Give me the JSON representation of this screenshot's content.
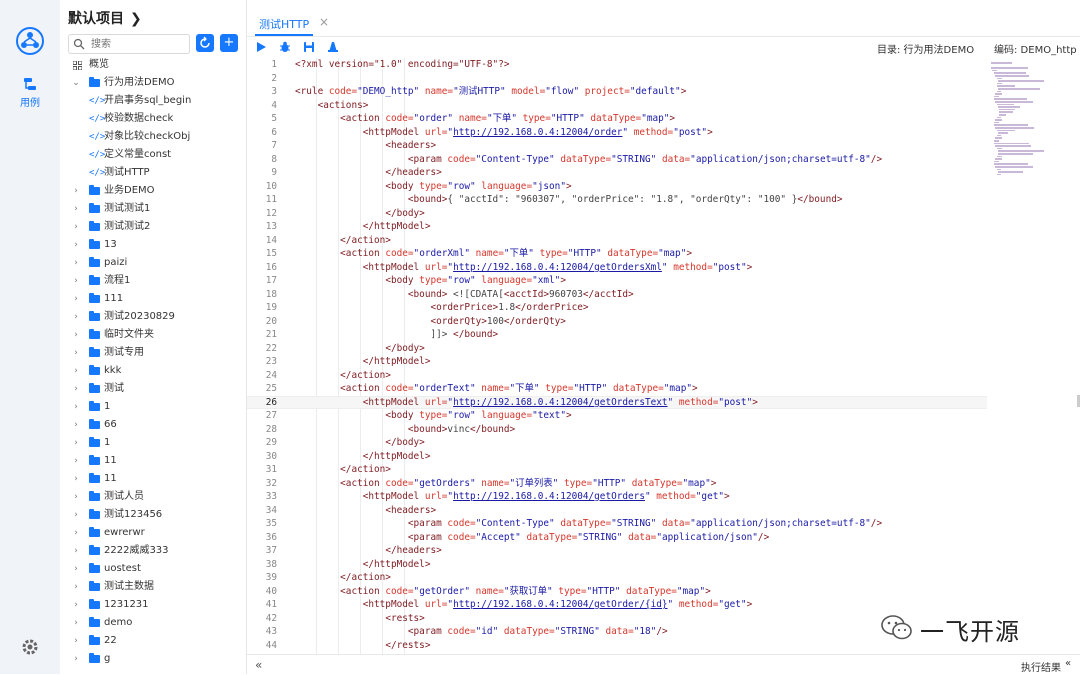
{
  "rail": {
    "item_label": "用例"
  },
  "sidebar": {
    "project_title": "默认项目",
    "search_placeholder": "搜索",
    "overview_label": "概览",
    "tree": [
      {
        "label": "行为用法DEMO",
        "type": "folder",
        "expanded": true,
        "level": 0
      },
      {
        "label": "开启事务sql_begin",
        "type": "file",
        "level": 1
      },
      {
        "label": "校验数据check",
        "type": "file",
        "level": 1
      },
      {
        "label": "对象比较checkObj",
        "type": "file",
        "level": 1
      },
      {
        "label": "定义常量const",
        "type": "file",
        "level": 1
      },
      {
        "label": "测试HTTP",
        "type": "file",
        "level": 1
      },
      {
        "label": "业务DEMO",
        "type": "folder",
        "level": 0
      },
      {
        "label": "测试测试1",
        "type": "folder",
        "level": 0
      },
      {
        "label": "测试测试2",
        "type": "folder",
        "level": 0
      },
      {
        "label": "13",
        "type": "folder",
        "level": 0
      },
      {
        "label": "paizi",
        "type": "folder",
        "level": 0
      },
      {
        "label": "流程1",
        "type": "folder",
        "level": 0
      },
      {
        "label": "111",
        "type": "folder",
        "level": 0
      },
      {
        "label": "测试20230829",
        "type": "folder",
        "level": 0
      },
      {
        "label": "临时文件夹",
        "type": "folder",
        "level": 0
      },
      {
        "label": "测试专用",
        "type": "folder",
        "level": 0
      },
      {
        "label": "kkk",
        "type": "folder",
        "level": 0
      },
      {
        "label": "测试",
        "type": "folder",
        "level": 0
      },
      {
        "label": "1",
        "type": "folder",
        "level": 0
      },
      {
        "label": "66",
        "type": "folder",
        "level": 0
      },
      {
        "label": "1",
        "type": "folder",
        "level": 0
      },
      {
        "label": "11",
        "type": "folder",
        "level": 0
      },
      {
        "label": "11",
        "type": "folder",
        "level": 0
      },
      {
        "label": "测试人员",
        "type": "folder",
        "level": 0
      },
      {
        "label": "测试123456",
        "type": "folder",
        "level": 0
      },
      {
        "label": "ewrerwr",
        "type": "folder",
        "level": 0
      },
      {
        "label": "2222威威333",
        "type": "folder",
        "level": 0
      },
      {
        "label": "uostest",
        "type": "folder",
        "level": 0
      },
      {
        "label": "测试主数据",
        "type": "folder",
        "level": 0
      },
      {
        "label": "1231231",
        "type": "folder",
        "level": 0
      },
      {
        "label": "demo",
        "type": "folder",
        "level": 0
      },
      {
        "label": "22",
        "type": "folder",
        "level": 0
      },
      {
        "label": "g",
        "type": "folder",
        "level": 0
      }
    ]
  },
  "editor": {
    "tab_label": "测试HTTP",
    "tab_close": "×",
    "directory": "目录: 行为用法DEMO",
    "encoding": "编码: DEMO_http",
    "active_line": 26,
    "lines": [
      [
        [
          "t",
          "<?xml version=\"1.0\" encoding=\"UTF-8\"?>"
        ]
      ],
      [],
      [
        [
          "t",
          "<rule "
        ],
        [
          "a",
          "code="
        ],
        [
          "s",
          "\"DEMO_http\" "
        ],
        [
          "a",
          "name="
        ],
        [
          "s",
          "\"测试HTTP\" "
        ],
        [
          "a",
          "model="
        ],
        [
          "s",
          "\"flow\" "
        ],
        [
          "a",
          "project="
        ],
        [
          "s",
          "\"default\""
        ],
        [
          "t",
          ">"
        ]
      ],
      [
        [
          "p",
          "    "
        ],
        [
          "t",
          "<actions>"
        ]
      ],
      [
        [
          "p",
          "        "
        ],
        [
          "t",
          "<action "
        ],
        [
          "a",
          "code="
        ],
        [
          "s",
          "\"order\" "
        ],
        [
          "a",
          "name="
        ],
        [
          "s",
          "\"下单\" "
        ],
        [
          "a",
          "type="
        ],
        [
          "s",
          "\"HTTP\" "
        ],
        [
          "a",
          "dataType="
        ],
        [
          "s",
          "\"map\""
        ],
        [
          "t",
          ">"
        ]
      ],
      [
        [
          "p",
          "            "
        ],
        [
          "t",
          "<httpModel "
        ],
        [
          "a",
          "url="
        ],
        [
          "s",
          "\""
        ],
        [
          "u",
          "http://192.168.0.4:12004/order"
        ],
        [
          "s",
          "\" "
        ],
        [
          "a",
          "method="
        ],
        [
          "s",
          "\"post\""
        ],
        [
          "t",
          ">"
        ]
      ],
      [
        [
          "p",
          "                "
        ],
        [
          "t",
          "<headers>"
        ]
      ],
      [
        [
          "p",
          "                    "
        ],
        [
          "t",
          "<param "
        ],
        [
          "a",
          "code="
        ],
        [
          "s",
          "\"Content-Type\" "
        ],
        [
          "a",
          "dataType="
        ],
        [
          "s",
          "\"STRING\" "
        ],
        [
          "a",
          "data="
        ],
        [
          "s",
          "\"application/json;charset=utf-8\""
        ],
        [
          "t",
          "/>"
        ]
      ],
      [
        [
          "p",
          "                "
        ],
        [
          "t",
          "</headers>"
        ]
      ],
      [
        [
          "p",
          "                "
        ],
        [
          "t",
          "<body "
        ],
        [
          "a",
          "type="
        ],
        [
          "s",
          "\"row\" "
        ],
        [
          "a",
          "language="
        ],
        [
          "s",
          "\"json\""
        ],
        [
          "t",
          ">"
        ]
      ],
      [
        [
          "p",
          "                    "
        ],
        [
          "t",
          "<bound>"
        ],
        [
          "p",
          "{ \"acctId\": \"960307\", \"orderPrice\": \"1.8\", \"orderQty\": \"100\" }"
        ],
        [
          "t",
          "</bound>"
        ]
      ],
      [
        [
          "p",
          "                "
        ],
        [
          "t",
          "</body>"
        ]
      ],
      [
        [
          "p",
          "            "
        ],
        [
          "t",
          "</httpModel>"
        ]
      ],
      [
        [
          "p",
          "        "
        ],
        [
          "t",
          "</action>"
        ]
      ],
      [
        [
          "p",
          "        "
        ],
        [
          "t",
          "<action "
        ],
        [
          "a",
          "code="
        ],
        [
          "s",
          "\"orderXml\" "
        ],
        [
          "a",
          "name="
        ],
        [
          "s",
          "\"下单\" "
        ],
        [
          "a",
          "type="
        ],
        [
          "s",
          "\"HTTP\" "
        ],
        [
          "a",
          "dataType="
        ],
        [
          "s",
          "\"map\""
        ],
        [
          "t",
          ">"
        ]
      ],
      [
        [
          "p",
          "            "
        ],
        [
          "t",
          "<httpModel "
        ],
        [
          "a",
          "url="
        ],
        [
          "s",
          "\""
        ],
        [
          "u",
          "http://192.168.0.4:12004/getOrdersXml"
        ],
        [
          "s",
          "\" "
        ],
        [
          "a",
          "method="
        ],
        [
          "s",
          "\"post\""
        ],
        [
          "t",
          ">"
        ]
      ],
      [
        [
          "p",
          "                "
        ],
        [
          "t",
          "<body "
        ],
        [
          "a",
          "type="
        ],
        [
          "s",
          "\"row\" "
        ],
        [
          "a",
          "language="
        ],
        [
          "s",
          "\"xml\""
        ],
        [
          "t",
          ">"
        ]
      ],
      [
        [
          "p",
          "                    "
        ],
        [
          "t",
          "<bound> "
        ],
        [
          "p",
          "<![CDATA["
        ],
        [
          "t",
          "<acctId>"
        ],
        [
          "p",
          "960703"
        ],
        [
          "t",
          "</acctId>"
        ]
      ],
      [
        [
          "p",
          "                        "
        ],
        [
          "t",
          "<orderPrice>"
        ],
        [
          "p",
          "1.8"
        ],
        [
          "t",
          "</orderPrice>"
        ]
      ],
      [
        [
          "p",
          "                        "
        ],
        [
          "t",
          "<orderQty>"
        ],
        [
          "p",
          "100"
        ],
        [
          "t",
          "</orderQty>"
        ]
      ],
      [
        [
          "p",
          "                        ]]> "
        ],
        [
          "t",
          "</bound>"
        ]
      ],
      [
        [
          "p",
          "                "
        ],
        [
          "t",
          "</body>"
        ]
      ],
      [
        [
          "p",
          "            "
        ],
        [
          "t",
          "</httpModel>"
        ]
      ],
      [
        [
          "p",
          "        "
        ],
        [
          "t",
          "</action>"
        ]
      ],
      [
        [
          "p",
          "        "
        ],
        [
          "t",
          "<action "
        ],
        [
          "a",
          "code="
        ],
        [
          "s",
          "\"orderText\" "
        ],
        [
          "a",
          "name="
        ],
        [
          "s",
          "\"下单\" "
        ],
        [
          "a",
          "type="
        ],
        [
          "s",
          "\"HTTP\" "
        ],
        [
          "a",
          "dataType="
        ],
        [
          "s",
          "\"map\""
        ],
        [
          "t",
          ">"
        ]
      ],
      [
        [
          "p",
          "            "
        ],
        [
          "t",
          "<httpModel "
        ],
        [
          "a",
          "url="
        ],
        [
          "s",
          "\""
        ],
        [
          "u",
          "http://192.168.0.4:12004/getOrdersText"
        ],
        [
          "s",
          "\" "
        ],
        [
          "a",
          "method="
        ],
        [
          "s",
          "\"post\""
        ],
        [
          "t",
          ">"
        ]
      ],
      [
        [
          "p",
          "                "
        ],
        [
          "t",
          "<body "
        ],
        [
          "a",
          "type="
        ],
        [
          "s",
          "\"row\" "
        ],
        [
          "a",
          "language="
        ],
        [
          "s",
          "\"text\""
        ],
        [
          "t",
          ">"
        ]
      ],
      [
        [
          "p",
          "                    "
        ],
        [
          "t",
          "<bound>"
        ],
        [
          "p",
          "vinc"
        ],
        [
          "t",
          "</bound>"
        ]
      ],
      [
        [
          "p",
          "                "
        ],
        [
          "t",
          "</body>"
        ]
      ],
      [
        [
          "p",
          "            "
        ],
        [
          "t",
          "</httpModel>"
        ]
      ],
      [
        [
          "p",
          "        "
        ],
        [
          "t",
          "</action>"
        ]
      ],
      [
        [
          "p",
          "        "
        ],
        [
          "t",
          "<action "
        ],
        [
          "a",
          "code="
        ],
        [
          "s",
          "\"getOrders\" "
        ],
        [
          "a",
          "name="
        ],
        [
          "s",
          "\"订单列表\" "
        ],
        [
          "a",
          "type="
        ],
        [
          "s",
          "\"HTTP\" "
        ],
        [
          "a",
          "dataType="
        ],
        [
          "s",
          "\"map\""
        ],
        [
          "t",
          ">"
        ]
      ],
      [
        [
          "p",
          "            "
        ],
        [
          "t",
          "<httpModel "
        ],
        [
          "a",
          "url="
        ],
        [
          "s",
          "\""
        ],
        [
          "u",
          "http://192.168.0.4:12004/getOrders"
        ],
        [
          "s",
          "\" "
        ],
        [
          "a",
          "method="
        ],
        [
          "s",
          "\"get\""
        ],
        [
          "t",
          ">"
        ]
      ],
      [
        [
          "p",
          "                "
        ],
        [
          "t",
          "<headers>"
        ]
      ],
      [
        [
          "p",
          "                    "
        ],
        [
          "t",
          "<param "
        ],
        [
          "a",
          "code="
        ],
        [
          "s",
          "\"Content-Type\" "
        ],
        [
          "a",
          "dataType="
        ],
        [
          "s",
          "\"STRING\" "
        ],
        [
          "a",
          "data="
        ],
        [
          "s",
          "\"application/json;charset=utf-8\""
        ],
        [
          "t",
          "/>"
        ]
      ],
      [
        [
          "p",
          "                    "
        ],
        [
          "t",
          "<param "
        ],
        [
          "a",
          "code="
        ],
        [
          "s",
          "\"Accept\" "
        ],
        [
          "a",
          "dataType="
        ],
        [
          "s",
          "\"STRING\" "
        ],
        [
          "a",
          "data="
        ],
        [
          "s",
          "\"application/json\""
        ],
        [
          "t",
          "/>"
        ]
      ],
      [
        [
          "p",
          "                "
        ],
        [
          "t",
          "</headers>"
        ]
      ],
      [
        [
          "p",
          "            "
        ],
        [
          "t",
          "</httpModel>"
        ]
      ],
      [
        [
          "p",
          "        "
        ],
        [
          "t",
          "</action>"
        ]
      ],
      [
        [
          "p",
          "        "
        ],
        [
          "t",
          "<action "
        ],
        [
          "a",
          "code="
        ],
        [
          "s",
          "\"getOrder\" "
        ],
        [
          "a",
          "name="
        ],
        [
          "s",
          "\"获取订单\" "
        ],
        [
          "a",
          "type="
        ],
        [
          "s",
          "\"HTTP\" "
        ],
        [
          "a",
          "dataType="
        ],
        [
          "s",
          "\"map\""
        ],
        [
          "t",
          ">"
        ]
      ],
      [
        [
          "p",
          "            "
        ],
        [
          "t",
          "<httpModel "
        ],
        [
          "a",
          "url="
        ],
        [
          "s",
          "\""
        ],
        [
          "u",
          "http://192.168.0.4:12004/getOrder/{id}"
        ],
        [
          "s",
          "\" "
        ],
        [
          "a",
          "method="
        ],
        [
          "s",
          "\"get\""
        ],
        [
          "t",
          ">"
        ]
      ],
      [
        [
          "p",
          "                "
        ],
        [
          "t",
          "<rests>"
        ]
      ],
      [
        [
          "p",
          "                    "
        ],
        [
          "t",
          "<param "
        ],
        [
          "a",
          "code="
        ],
        [
          "s",
          "\"id\" "
        ],
        [
          "a",
          "dataType="
        ],
        [
          "s",
          "\"STRING\" "
        ],
        [
          "a",
          "data="
        ],
        [
          "s",
          "\"18\""
        ],
        [
          "t",
          "/>"
        ]
      ],
      [
        [
          "p",
          "                "
        ],
        [
          "t",
          "</rests>"
        ]
      ]
    ]
  },
  "bottom": {
    "collapse": "«",
    "exec_label": "执行结果",
    "exec_arrow": "«"
  },
  "watermark": {
    "text": "一飞开源"
  },
  "colors": {
    "accent": "#1677ff",
    "tag": "#811f24",
    "attr": "#d6372c",
    "string": "#1a1aa6"
  }
}
